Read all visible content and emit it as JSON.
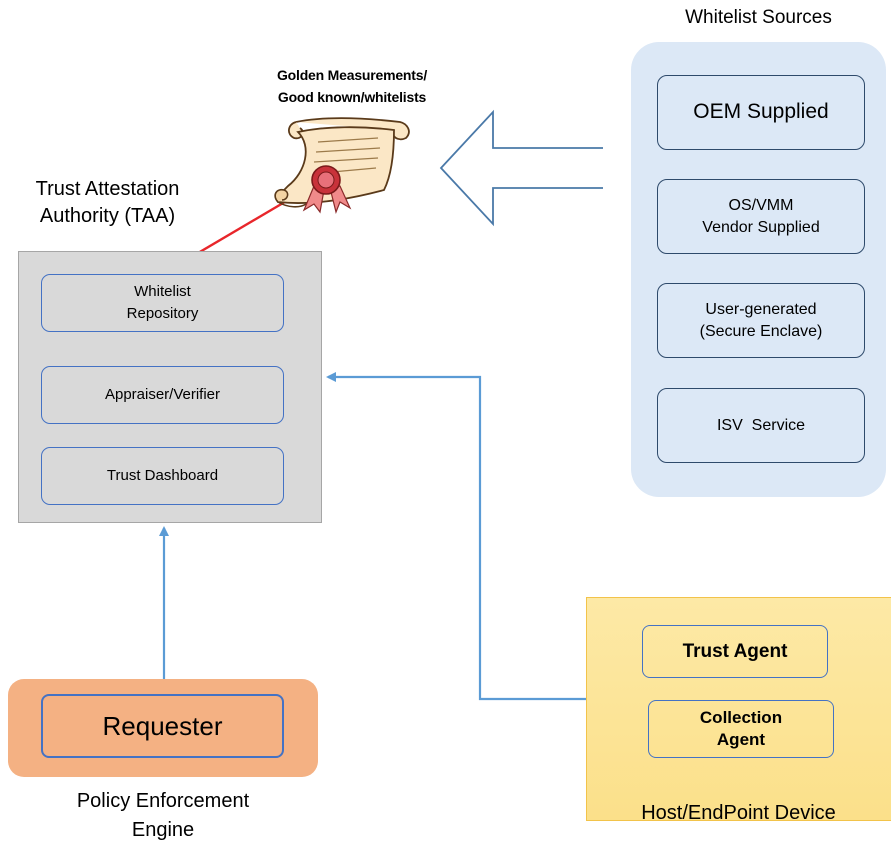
{
  "golden": {
    "line1": "Golden Measurements/",
    "line2": "Good known/whitelists"
  },
  "taa": {
    "title_line1": "Trust Attestation",
    "title_line2": "Authority (TAA)",
    "items": [
      {
        "line1": "Whitelist",
        "line2": "Repository"
      },
      {
        "line1": "Appraiser/Verifier",
        "line2": ""
      },
      {
        "line1": "Trust Dashboard",
        "line2": ""
      }
    ]
  },
  "whitelist_sources": {
    "title": "Whitelist Sources",
    "items": [
      {
        "line1": "OEM Supplied",
        "line2": ""
      },
      {
        "line1": "OS/VMM",
        "line2": "Vendor Supplied"
      },
      {
        "line1": "User-generated",
        "line2": "(Secure Enclave)"
      },
      {
        "line1": "ISV  Service",
        "line2": ""
      }
    ]
  },
  "requester": {
    "label": "Requester",
    "caption_line1": "Policy Enforcement",
    "caption_line2": "Engine"
  },
  "host": {
    "items": [
      {
        "line1": "Trust Agent",
        "line2": ""
      },
      {
        "line1": "Collection",
        "line2": "Agent"
      }
    ],
    "caption": "Host/EndPoint Device"
  },
  "colors": {
    "flow_arrow": "#5b9bd5",
    "red_arrow": "#e8262b",
    "taa_fill": "#d9d9d9",
    "whitelist_fill": "#dce8f6",
    "host_fill": "#fbe08a",
    "requester_fill": "#f4b183",
    "box_border": "#4472c4"
  },
  "icons": {
    "scroll": "certificate-scroll-icon",
    "big_arrow": "hollow-left-arrow-icon"
  }
}
